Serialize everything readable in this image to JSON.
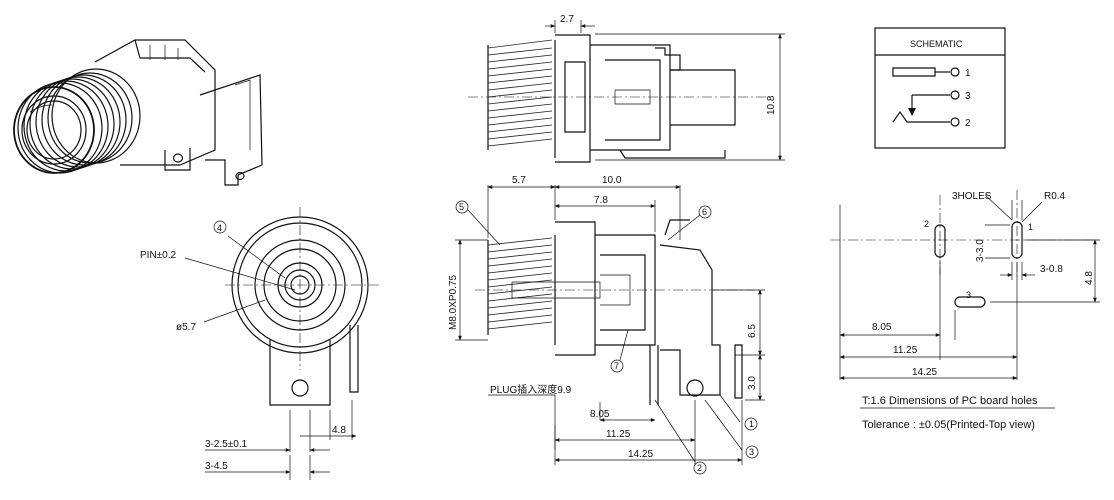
{
  "schematic": {
    "title": "SCHEMATIC",
    "pins": [
      "1",
      "3",
      "2"
    ]
  },
  "front_view": {
    "pin_tolerance": "PIN±0.2",
    "callout": "4",
    "diameter": "ø5.7",
    "dim_width": "4.8",
    "dim_slot": "3-2.5±0.1",
    "dim_hole": "3-4.5"
  },
  "top_view": {
    "dim_top": "2.7",
    "dim_height": "10.8"
  },
  "side_view": {
    "dim_57": "5.7",
    "dim_100": "10.0",
    "dim_78": "7.8",
    "thread": "M8.0XP0.75",
    "callout_5": "5",
    "callout_6": "6",
    "callout_7": "7",
    "callout_1": "1",
    "callout_2": "2",
    "callout_3": "3",
    "dim_65": "6.5",
    "dim_30": "3.0",
    "plug_depth": "PLUG插入深度9.9",
    "dim_805": "8.05",
    "dim_1125": "11.25",
    "dim_1425": "14.25"
  },
  "pcb_layout": {
    "holes": "3HOLES",
    "radius": "R0.4",
    "pin_2": "2",
    "pin_1": "1",
    "pin_3": "3",
    "dim_30": "3-3.0",
    "dim_48": "4.8",
    "dim_08": "3-0.8",
    "dim_805": "8.05",
    "dim_1125": "11.25",
    "dim_1425": "14.25",
    "note_title": "T:1.6 Dimensions of PC board holes",
    "tolerance": "Tolerance : ±0.05(Printed-Top view)"
  }
}
